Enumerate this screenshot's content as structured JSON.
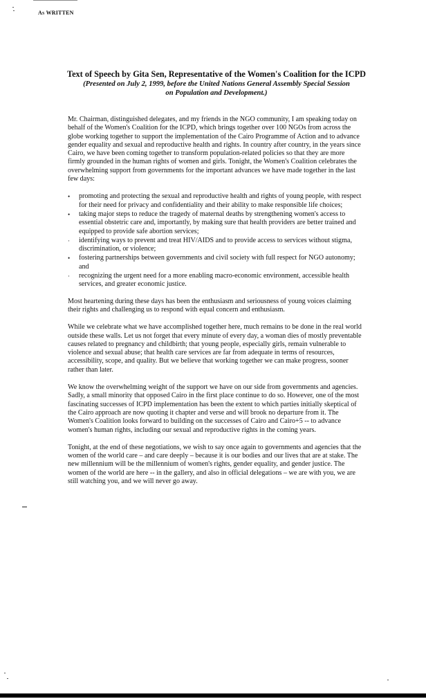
{
  "stamp": "As WRITTEN",
  "header": {
    "title": "Text of Speech by Gita Sen, Representative of the Women's Coalition for the ICPD",
    "subtitle_line1": "(Presented on July 2, 1999, before the United Nations General Assembly Special Session",
    "subtitle_line2": "on Population and Development.)"
  },
  "paragraphs": {
    "intro": "Mr. Chairman, distinguished delegates, and my friends in the NGO community, I am speaking today on behalf of the Women's Coalition for the ICPD, which brings together over 100 NGOs from across the globe working together to support the implementation of the Cairo Programme of Action and to advance gender equality and sexual and reproductive health and rights. In country after country, in the years since Cairo, we have been coming together to transform population-related policies so that they are more firmly grounded in the human rights of women and girls. Tonight, the Women's Coalition celebrates the overwhelming support from governments for the important advances we have made together in the last few days:",
    "heartening": "Most heartening during these days has been the enthusiasm and seriousness of young voices claiming their rights and challenging us to respond with equal concern and enthusiasm.",
    "celebrate": "While we celebrate what we have accomplished together here, much remains to be done in the real world outside these walls. Let us not forget that every minute of every day, a woman dies of mostly preventable causes related to pregnancy and childbirth; that young people, especially girls, remain vulnerable to violence and sexual abuse; that health care services are far from adequate in terms of resources, accessibility, scope, and quality. But we believe that working together we can make progress, sooner rather than later.",
    "weight": "We know the overwhelming weight of the support we have on our side from governments and agencies. Sadly, a small minority that opposed Cairo in the first place continue to do so. However, one of the most fascinating successes of ICPD implementation has been the extent to which parties initially skeptical of the Cairo approach are now quoting it chapter and verse and will brook no departure from it. The Women's Coalition looks forward to building on the successes of Cairo and Cairo+5 -- to advance women's human rights, including our sexual and reproductive rights in the coming years.",
    "closing": "Tonight, at the end of these negotiations, we wish to say once again to governments and agencies that the women of the world care – and care deeply – because it is our bodies and our lives that are at stake. The new millennium will be the millennium of women's rights, gender equality, and gender justice. The women of the world are here -- in the gallery, and also in official delegations – we are with you, we are still watching you, and we will never go away."
  },
  "bullets": [
    {
      "mark": "•",
      "text": "promoting and protecting the sexual and reproductive health and rights of young people, with respect for their need for privacy and confidentiality and their ability to make responsible life choices;"
    },
    {
      "mark": "•",
      "text": "taking major steps to reduce the tragedy of maternal deaths by strengthening women's access to essential obstetric care and, importantly, by making sure that health providers are better trained and equipped to provide safe abortion services;"
    },
    {
      "mark": "·",
      "text": "identifying ways to prevent and treat HIV/AIDS and to provide access to services without stigma, discrimination, or violence;"
    },
    {
      "mark": "•",
      "text": "fostering partnerships between governments and civil society with full respect for NGO autonomy; and"
    },
    {
      "mark": "·",
      "text": "recognizing the urgent need for a more enabling macro-economic environment, accessible health services, and greater economic justice."
    }
  ]
}
